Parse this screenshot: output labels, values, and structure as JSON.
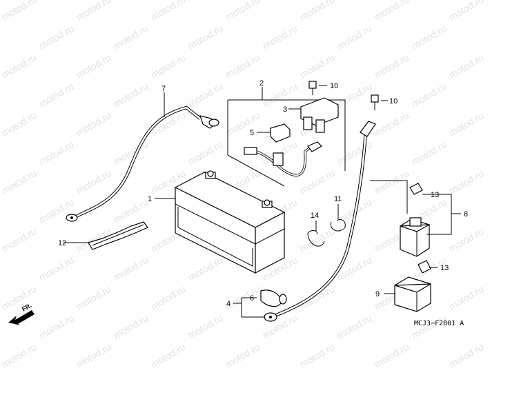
{
  "watermark": {
    "text": "motod.ru",
    "color": "#bdbdbd"
  },
  "diagram_code": "MCJ3−F2801 A",
  "front_marker": "FR.",
  "callouts": [
    {
      "id": "1",
      "label": "1"
    },
    {
      "id": "2",
      "label": "2"
    },
    {
      "id": "3",
      "label": "3"
    },
    {
      "id": "4",
      "label": "4"
    },
    {
      "id": "5",
      "label": "5"
    },
    {
      "id": "6",
      "label": "6"
    },
    {
      "id": "7",
      "label": "7"
    },
    {
      "id": "8",
      "label": "8"
    },
    {
      "id": "9",
      "label": "9"
    },
    {
      "id": "10a",
      "label": "10"
    },
    {
      "id": "10b",
      "label": "10"
    },
    {
      "id": "11",
      "label": "11"
    },
    {
      "id": "12",
      "label": "12"
    },
    {
      "id": "13a",
      "label": "13"
    },
    {
      "id": "13b",
      "label": "13"
    },
    {
      "id": "14",
      "label": "14"
    }
  ]
}
